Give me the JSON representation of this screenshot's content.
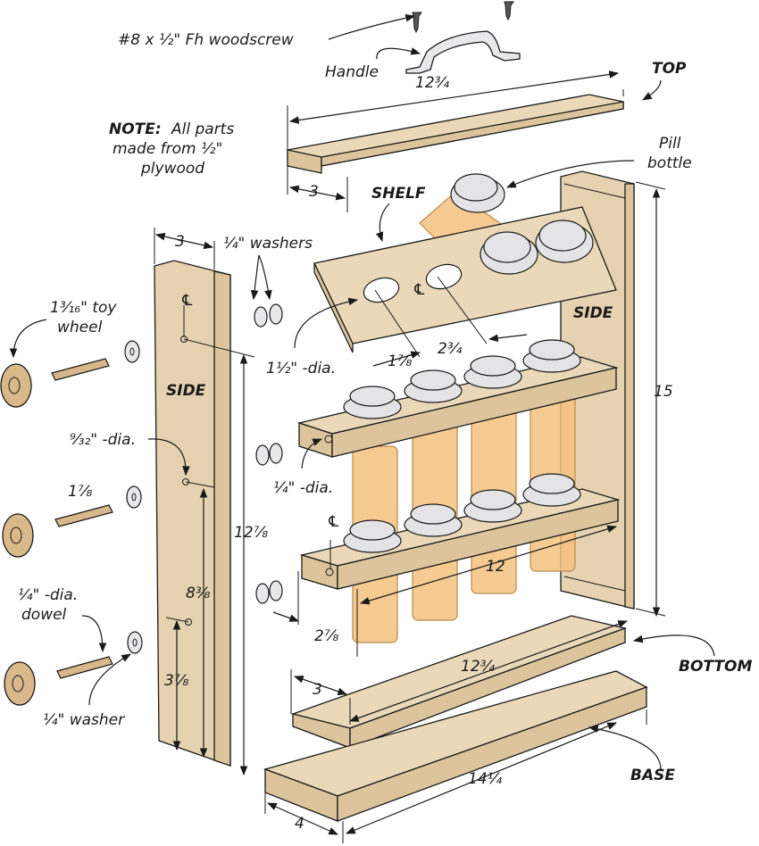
{
  "diagram": {
    "title": "Pill bottle rack exploded view",
    "note": {
      "bold": "NOTE:",
      "line1": "All parts",
      "line2": "made from ½\"",
      "line3": "plywood"
    },
    "parts": {
      "top": "TOP",
      "shelf": "SHELF",
      "side_left": "SIDE",
      "side_right": "SIDE",
      "bottom": "BOTTOM",
      "base": "BASE"
    },
    "callouts": {
      "woodscrew": "#8 x ½\" Fh woodscrew",
      "handle": "Handle",
      "pill_bottle_1": "Pill",
      "pill_bottle_2": "bottle",
      "washers_quarter": "¼\" washers",
      "toy_wheel_1": "1³⁄₁₆\" toy",
      "toy_wheel_2": "wheel",
      "hole_932": "⁹⁄₃₂\" -dia.",
      "dowel_1": "¼\" -dia.",
      "dowel_2": "dowel",
      "washer_single": "¼\" washer",
      "hole_112": "1½\" -dia.",
      "hole_14": "¼\" -dia.",
      "centerline": "℄"
    },
    "dimensions": {
      "top_length": "12¾",
      "top_width": "3",
      "side_width": "3",
      "side_total_height": "12⅞",
      "side_upper_hole": "8⅜",
      "side_lower_hole": "3⅞",
      "dowel_length": "1⅞",
      "shelf_edge_offset": "1⅞",
      "shelf_hole_spacing": "2¾",
      "right_side_height": "15",
      "shelf_length": "12",
      "shelf_offset": "2⅞",
      "bottom_length": "12¾",
      "bottom_width": "3",
      "base_length": "14¼",
      "base_width": "4"
    }
  }
}
